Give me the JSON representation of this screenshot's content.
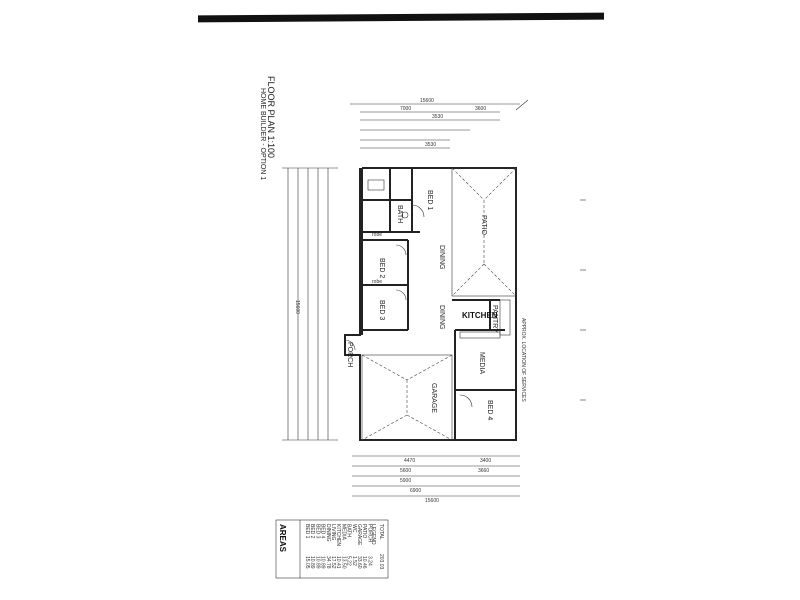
{
  "page_title": "FLOOR PLAN",
  "scale": "1:100",
  "subtitle": "HOME BUILDER - OPTION 1",
  "rooms": {
    "bed1": "BED 1",
    "bath": "BATH",
    "bed2": "BED 2",
    "bed3": "BED 3",
    "porch": "PORCH",
    "garage": "GARAGE",
    "dining": "DINING",
    "living": "DINING",
    "patio": "PATIO",
    "kitchen": "KITCHEN",
    "pantry": "PANTRY",
    "media": "MEDIA",
    "bed4": "BED 4",
    "robe": "robe"
  },
  "dimensions": {
    "top_total": "15600",
    "top_a": "7000",
    "top_b": "3600",
    "top_c": "3530",
    "top_d": "3530",
    "side_total": "15600",
    "bottom_total": "15600",
    "bottom_a": "6900",
    "bottom_b": "5900",
    "bottom_c": "4470",
    "bottom_d": "3400",
    "bottom_e": "3660",
    "bottom_f": "5600"
  },
  "areas": {
    "heading": "AREAS",
    "rows": [
      {
        "name": "BED 1",
        "value": "15.05"
      },
      {
        "name": "BED 2",
        "value": "10.89"
      },
      {
        "name": "BED 3",
        "value": "10.89"
      },
      {
        "name": "BED 4",
        "value": "10.89"
      },
      {
        "name": "DINING",
        "value": "34.78"
      },
      {
        "name": "LIVING",
        "value": "17.52"
      },
      {
        "name": "KITCHEN",
        "value": "10.41"
      },
      {
        "name": "MEDIA",
        "value": "13.50"
      },
      {
        "name": "BATH",
        "value": "5.22"
      },
      {
        "name": "WC",
        "value": "1.52"
      },
      {
        "name": "GARAGE",
        "value": "33.60"
      },
      {
        "name": "PATIO",
        "value": "10.46"
      },
      {
        "name": "PORCH",
        "value": "3.24"
      }
    ],
    "total_label": "TOTAL",
    "total_value": "203.03",
    "legend_label": "LEGEND"
  },
  "annotation": "APPROX. LOCATION OF SERVICES"
}
